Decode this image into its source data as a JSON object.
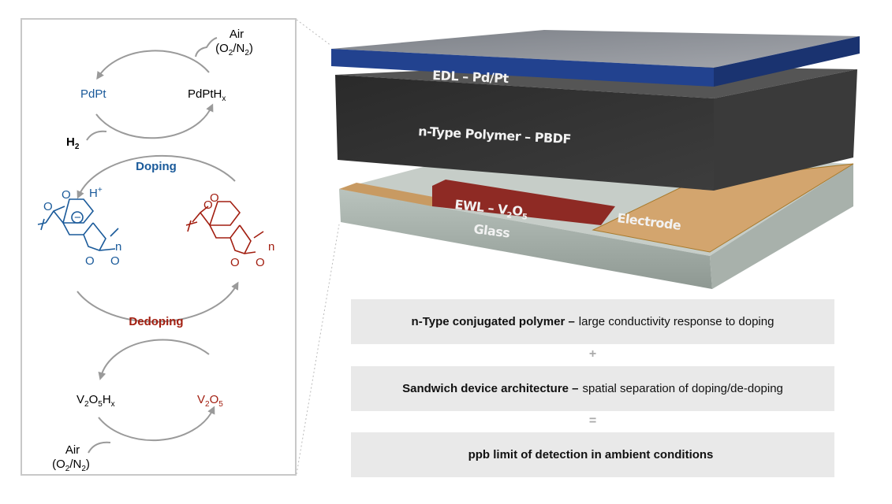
{
  "cycle": {
    "top_left": "PdPt",
    "top_right_base": "PdPtH",
    "top_right_sub": "x",
    "air": "Air",
    "air_gas": {
      "o": "(O",
      "o_sub": "2",
      "slash": "/N",
      "n_sub": "2",
      "close": ")"
    },
    "h2_base": "H",
    "h2_sub": "2",
    "doping": "Doping",
    "dedoping": "Dedoping",
    "h_plus": "H",
    "h_plus_sup": "+",
    "repeat_n": "n",
    "bottom_left_parts": [
      "V",
      "2",
      "O",
      "5",
      "H",
      "x"
    ],
    "bottom_right_parts": [
      "V",
      "2",
      "O",
      "5"
    ],
    "o_atom": "O",
    "minus": "−"
  },
  "device": {
    "edl": "EDL – Pd/Pt",
    "polymer": "n-Type Polymer – PBDF",
    "ewl_base": "EWL – V",
    "ewl_sub1": "2",
    "ewl_o": "O",
    "ewl_sub2": "5",
    "glass": "Glass",
    "electrode": "Electrode"
  },
  "summary": [
    {
      "bold": "n-Type conjugated polymer –",
      "text": "large conductivity response to doping"
    },
    {
      "bold": "Sandwich device architecture –",
      "text": "spatial separation of doping/de-doping"
    },
    {
      "bold": "ppb limit of detection in ambient conditions",
      "text": ""
    }
  ],
  "operators": [
    "+",
    "="
  ],
  "colors": {
    "blue": "#1a5a9a",
    "red": "#a21e10",
    "arrow": "#9a9a9a",
    "box": "#e9e9e9"
  }
}
